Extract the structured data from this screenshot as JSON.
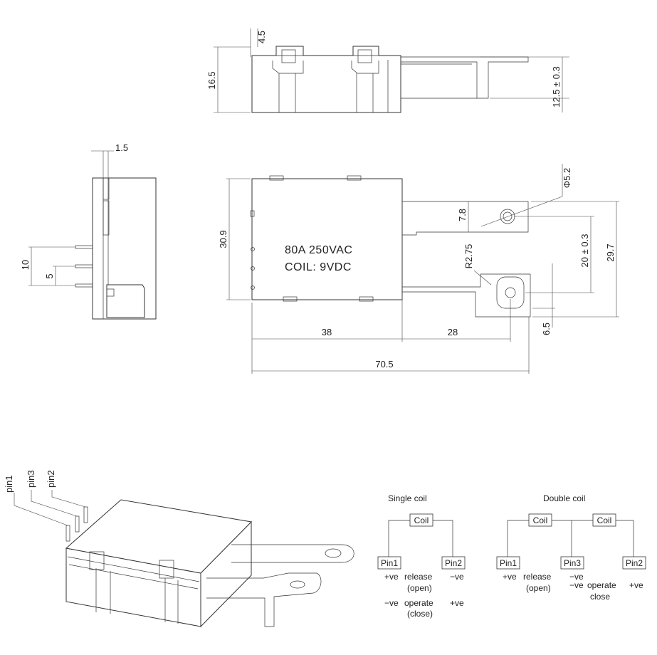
{
  "top_view": {
    "dim_height": "16.5",
    "dim_terminal_height": "4.5",
    "dim_tab_height": "12.5 ± 0.3"
  },
  "side_view": {
    "dim_pin_thickness": "1.5",
    "dim_pin_span": "10",
    "dim_pin_pitch": "5"
  },
  "front_view": {
    "label_line1": "80A  250VAC",
    "label_line2": "COIL:  9VDC",
    "dim_height": "30.9",
    "dim_body_width": "38",
    "dim_tab_length": "28",
    "dim_total_length": "70.5",
    "dim_hole_diameter": "Φ5.2",
    "dim_tab_offset": "7.8",
    "dim_tab_spacing": "20 ± 0.3",
    "dim_tab_overall": "29.7",
    "dim_bend_radius": "R2.75",
    "dim_tab_edge": "6.5"
  },
  "iso_view": {
    "pin_labels": [
      "pin1",
      "pin3",
      "pin2"
    ]
  },
  "wiring": {
    "single": {
      "title": "Single coil",
      "coil": "Coil",
      "pin_left": "Pin1",
      "pin_right": "Pin2",
      "release_left": "+ve",
      "release_mid": "release",
      "release_mid2": "(open)",
      "release_right": "−ve",
      "operate_left": "−ve",
      "operate_mid": "operate",
      "operate_mid2": "(close)",
      "operate_right": "+ve"
    },
    "double": {
      "title": "Double coil",
      "coil_left": "Coil",
      "coil_right": "Coil",
      "pin_left": "Pin1",
      "pin_mid": "Pin3",
      "pin_right": "Pin2",
      "release_left": "+ve",
      "release_mid": "release",
      "release_mid2": "(open)",
      "release_pin3": "−ve",
      "operate_pin3": "−ve",
      "operate_mid": "operate",
      "operate_mid2": "close",
      "operate_right": "+ve"
    }
  }
}
